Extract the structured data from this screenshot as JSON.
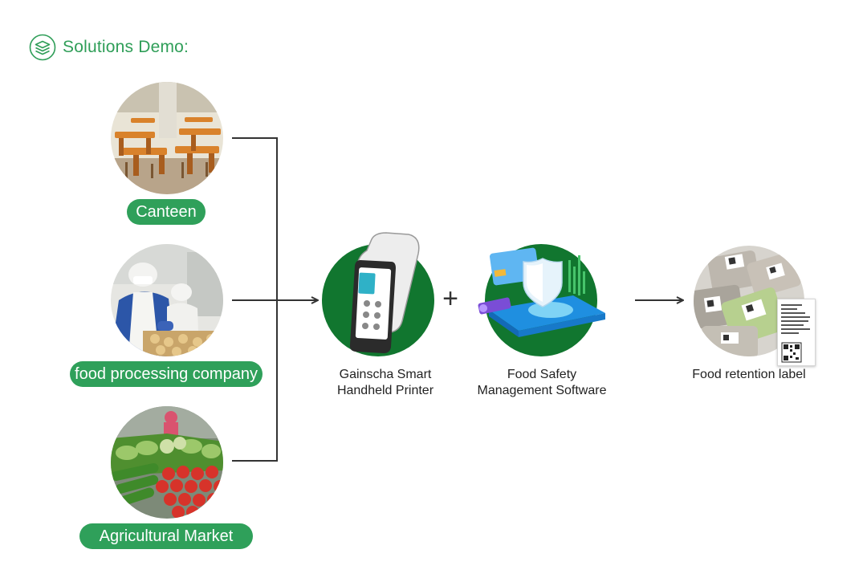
{
  "header": {
    "title": "Solutions Demo:",
    "icon": "layers-icon"
  },
  "sources": [
    {
      "label": "Canteen",
      "image": "canteen-photo"
    },
    {
      "label": "food processing company",
      "image": "food-factory-photo"
    },
    {
      "label": "Agricultural Market",
      "image": "vegetable-market-photo"
    }
  ],
  "process": [
    {
      "caption": "Gainscha Smart\nHandheld Printer",
      "image": "handheld-printer-image"
    },
    {
      "caption": "Food Safety\nManagement Software",
      "image": "shield-software-image"
    }
  ],
  "operator": "+",
  "output": {
    "caption": "Food retention label",
    "image": "labelled-food-boxes-photo"
  },
  "colors": {
    "brand_green": "#2fa05a",
    "dark_green": "#11762f",
    "line": "#333333"
  }
}
